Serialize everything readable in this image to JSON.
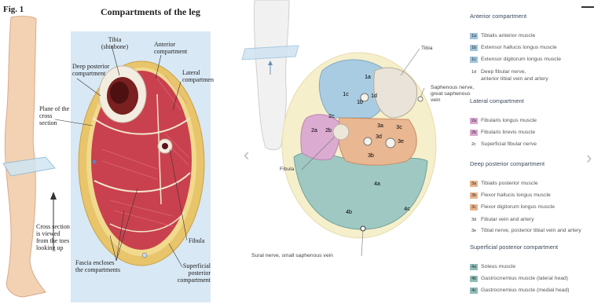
{
  "figure": {
    "fig_label": "Fig. 1",
    "title": "Compartments of the leg",
    "labels": {
      "tibia": "Tibia (shinbone)",
      "anterior": "Anterior compartment",
      "deep_posterior": "Deep posterior compartment",
      "lateral": "Lateral compartment",
      "plane": "Plane of the cross section",
      "cross_view": "Cross section is viewed from the toes looking up",
      "fibula": "Fibula",
      "fascia": "Fascia encloses the compartments",
      "superficial_posterior": "Superficial posterior compartment"
    }
  },
  "diagram": {
    "labels": {
      "tibia": "Tibia",
      "saphenous": "Saphenous nerve, great saphenous vein",
      "fibula": "Fibula",
      "sural": "Sural nerve, small saphenous vein"
    },
    "regions": [
      "1a",
      "1b",
      "1c",
      "1d",
      "2a",
      "2b",
      "2c",
      "3a",
      "3b",
      "3c",
      "3d",
      "3e",
      "4a",
      "4b",
      "4c"
    ]
  },
  "legend": {
    "anterior": {
      "heading": "Anterior compartment",
      "items": [
        {
          "code": "1a",
          "text": "Tibialis anterior muscle"
        },
        {
          "code": "1b",
          "text": "Extensor hallucis longus muscle"
        },
        {
          "code": "1c",
          "text": "Extensor digitorum longus muscle"
        },
        {
          "code": "1d",
          "text": "Deep fibular nerve,"
        },
        {
          "code": "",
          "text": "anterior tibial vein and artery"
        }
      ]
    },
    "lateral": {
      "heading": "Lateral compartment",
      "items": [
        {
          "code": "2a",
          "text": "Fibularis longus muscle"
        },
        {
          "code": "2b",
          "text": "Fibularis brevis muscle"
        },
        {
          "code": "2c",
          "text": "Superficial fibular nerve"
        }
      ]
    },
    "deep_posterior": {
      "heading": "Deep posterior compartment",
      "items": [
        {
          "code": "3a",
          "text": "Tibialis posterior muscle"
        },
        {
          "code": "3b",
          "text": "Flexor hallucis longus muscle"
        },
        {
          "code": "3c",
          "text": "Flexor digitorum longus muscle"
        },
        {
          "code": "3d",
          "text": "Fibular vein and artery"
        },
        {
          "code": "3e",
          "text": "Tibial nerve, posterior tibial vein and artery"
        }
      ]
    },
    "superficial_posterior": {
      "heading": "Superficial posterior compartment",
      "items": [
        {
          "code": "4a",
          "text": "Soleus muscle"
        },
        {
          "code": "4b",
          "text": "Gastrocnemius muscle (lateral head)"
        },
        {
          "code": "4c",
          "text": "Gastrocnemius muscle (medial head)"
        }
      ]
    }
  },
  "nav": {
    "prev": "‹",
    "next": "›"
  },
  "colors": {
    "anterior": "#9ec3dc",
    "lateral": "#d9a7cf",
    "deep_posterior": "#e8b48e",
    "superficial_posterior": "#8fbcb6",
    "fat": "#f4ecc2",
    "bone": "#e7e1d6"
  }
}
